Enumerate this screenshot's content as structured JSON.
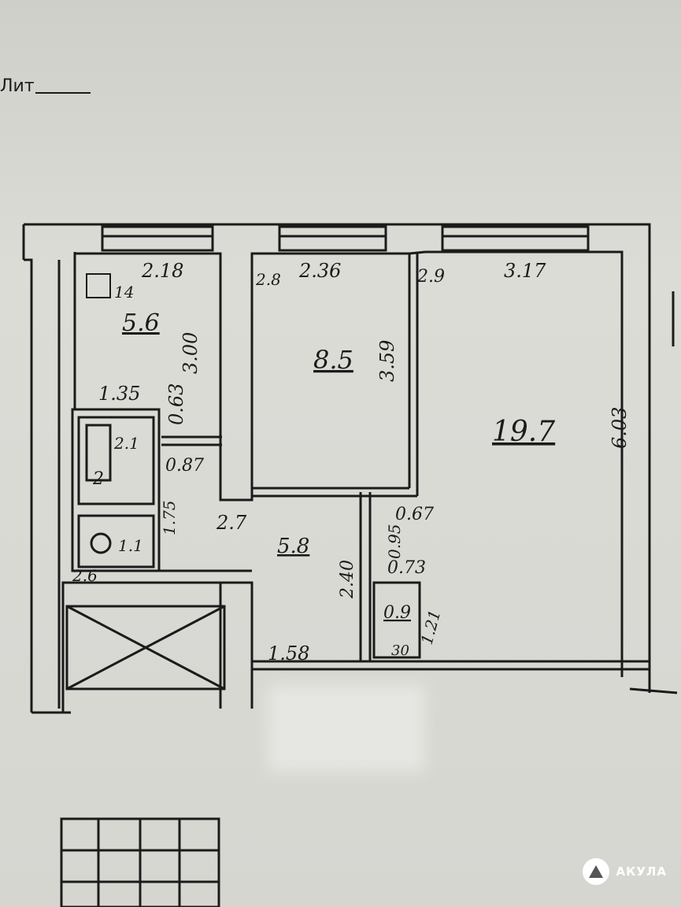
{
  "header": {
    "lit_label": "Лит"
  },
  "rooms": [
    {
      "id": "kitchen",
      "area": "5.6"
    },
    {
      "id": "bedroom",
      "area": "8.5"
    },
    {
      "id": "living",
      "area": "19.7"
    },
    {
      "id": "hall",
      "area": "5.8"
    },
    {
      "id": "bath",
      "area": "2.1"
    },
    {
      "id": "wc",
      "area": "1.1"
    },
    {
      "id": "closet",
      "area": "0.9"
    }
  ],
  "dimensions": {
    "kitchen_width": "2.18",
    "kitchen_depth": "3.00",
    "stove_num": "14",
    "bath_width": "1.35",
    "bath_offset": "0.63",
    "bath_num": "2",
    "door_087": "0.87",
    "bath_depth": "1.75",
    "hall_27": "2.7",
    "wc_26": "2.6",
    "bedroom_28": "2.8",
    "bedroom_width": "2.36",
    "bedroom_depth": "3.59",
    "living_29": "2.9",
    "living_width": "3.17",
    "living_depth": "6.03",
    "hall_depth": "2.40",
    "d_095": "0.95",
    "d_067": "0.67",
    "d_073": "0.73",
    "closet_depth": "1.21",
    "closet_30": "30",
    "hall_width": "1.58"
  },
  "watermark": {
    "brand": "АКУЛА"
  }
}
